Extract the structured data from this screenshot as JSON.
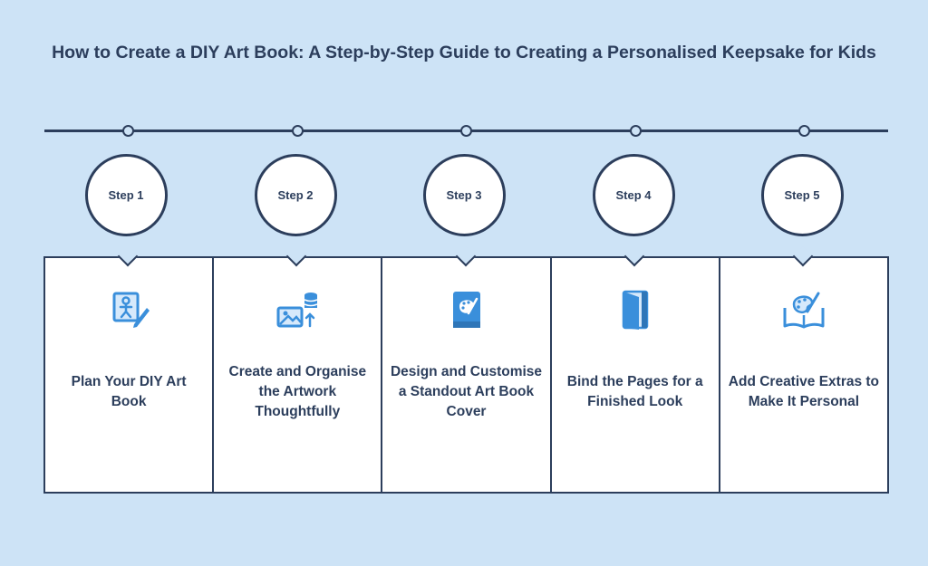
{
  "title": "How to Create a DIY Art Book: A Step-by-Step Guide to Creating a Personalised Keepsake for Kids",
  "colors": {
    "background": "#cde3f6",
    "dark": "#2c3e5c",
    "accent": "#3a8fdb"
  },
  "steps": [
    {
      "step": "Step 1",
      "label": "Plan Your DIY Art Book",
      "icon": "drawing-plan-icon"
    },
    {
      "step": "Step 2",
      "label": "Create and Organise the Artwork Thoughtfully",
      "icon": "image-storage-icon"
    },
    {
      "step": "Step 3",
      "label": "Design and Customise a Standout Art Book Cover",
      "icon": "palette-book-icon"
    },
    {
      "step": "Step 4",
      "label": "Bind the Pages for a Finished Look",
      "icon": "book-binding-icon"
    },
    {
      "step": "Step 5",
      "label": "Add Creative Extras to Make It Personal",
      "icon": "open-book-palette-icon"
    }
  ]
}
